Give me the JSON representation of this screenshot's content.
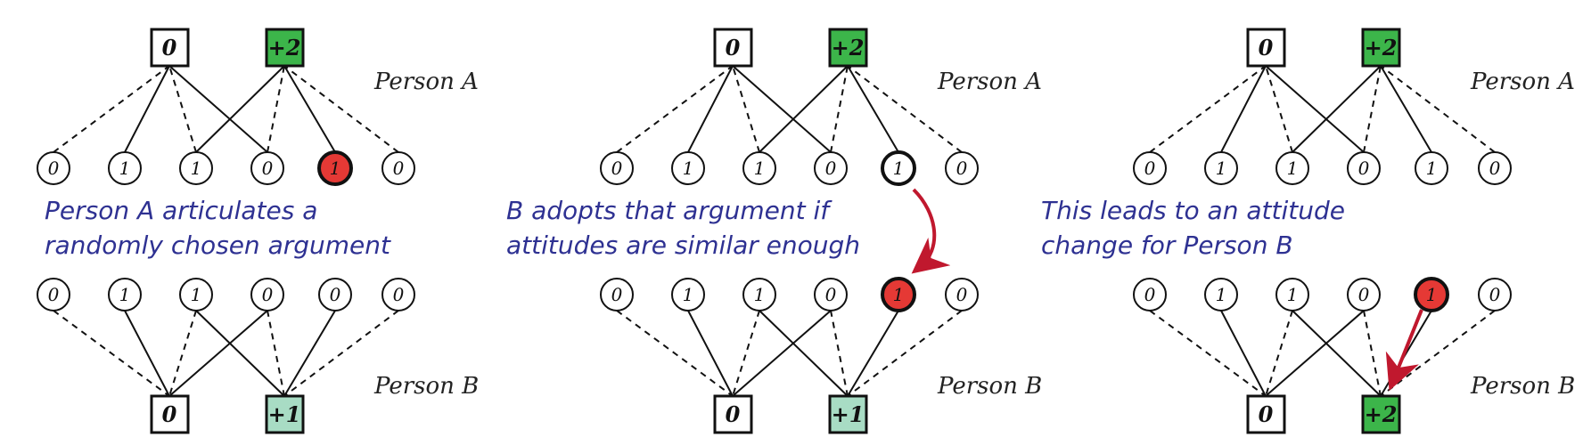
{
  "colors": {
    "highlight_red": "#e53935",
    "arrow_red": "#c0182e",
    "strong_green": "#3cb54a",
    "light_green": "#a8dcc4",
    "caption_blue": "#2e3192"
  },
  "panels": [
    {
      "caption": [
        "Person A articulates a",
        "randomly chosen argument"
      ],
      "person_a": {
        "label": "Person A",
        "attitude_nodes": [
          "0",
          "+2"
        ],
        "arguments": [
          "0",
          "1",
          "1",
          "0",
          "1",
          "0"
        ],
        "highlighted_argument": 4,
        "highlight_style": "red-fill"
      },
      "person_b": {
        "label": "Person B",
        "attitude_nodes": [
          "0",
          "+1"
        ],
        "attitude_fill": "light",
        "arguments": [
          "0",
          "1",
          "1",
          "0",
          "0",
          "0"
        ],
        "highlighted_argument": null
      },
      "arrow": "none"
    },
    {
      "caption": [
        "B adopts that argument if",
        "attitudes are similar enough"
      ],
      "person_a": {
        "label": "Person A",
        "attitude_nodes": [
          "0",
          "+2"
        ],
        "arguments": [
          "0",
          "1",
          "1",
          "0",
          "1",
          "0"
        ],
        "highlighted_argument": 4,
        "highlight_style": "bold-outline"
      },
      "person_b": {
        "label": "Person B",
        "attitude_nodes": [
          "0",
          "+1"
        ],
        "attitude_fill": "light",
        "arguments": [
          "0",
          "1",
          "1",
          "0",
          "1",
          "0"
        ],
        "highlighted_argument": 4
      },
      "arrow": "curved-from-A-argument-to-B-argument"
    },
    {
      "caption": [
        "This leads to an attitude",
        "change for Person B"
      ],
      "person_a": {
        "label": "Person A",
        "attitude_nodes": [
          "0",
          "+2"
        ],
        "arguments": [
          "0",
          "1",
          "1",
          "0",
          "1",
          "0"
        ],
        "highlighted_argument": null,
        "highlight_style": "none"
      },
      "person_b": {
        "label": "Person B",
        "attitude_nodes": [
          "0",
          "+2"
        ],
        "attitude_fill": "strong",
        "arguments": [
          "0",
          "1",
          "1",
          "0",
          "1",
          "0"
        ],
        "highlighted_argument": 4
      },
      "arrow": "straight-from-B-argument-to-B-attitude"
    }
  ]
}
